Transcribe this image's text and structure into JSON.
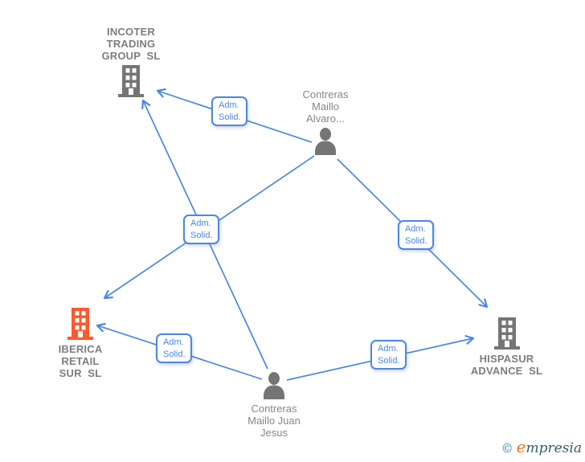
{
  "diagram": {
    "type": "corporate-relations-graph",
    "edge_label": {
      "line1": "Adm.",
      "line2": "Solid."
    },
    "colors": {
      "edge_blue": "#4a86e8",
      "node_gray": "#757575",
      "node_highlight_orange": "#fa5a2e",
      "label_gray": "#7d7d7d"
    },
    "nodes": {
      "incoter": {
        "kind": "company",
        "lines": [
          "INCOTER",
          "TRADING",
          "GROUP  SL"
        ],
        "name": "INCOTER TRADING GROUP SL"
      },
      "alvaro": {
        "kind": "person",
        "lines": [
          "Contreras",
          "Maillo",
          "Alvaro..."
        ],
        "name": "Contreras Maillo Alvaro..."
      },
      "iberica": {
        "kind": "company",
        "lines": [
          "IBERICA",
          "RETAIL",
          "SUR  SL"
        ],
        "name": "IBERICA RETAIL SUR SL",
        "highlighted": true
      },
      "juan": {
        "kind": "person",
        "lines": [
          "Contreras",
          "Maillo Juan",
          "Jesus"
        ],
        "name": "Contreras Maillo Juan Jesus"
      },
      "hispasur": {
        "kind": "company",
        "lines": [
          "HISPASUR",
          "ADVANCE  SL"
        ],
        "name": "HISPASUR ADVANCE SL"
      }
    },
    "edges": [
      {
        "from": "alvaro",
        "to": "incoter",
        "label": "Adm. Solid."
      },
      {
        "from": "juan",
        "to": "incoter",
        "label": "Adm. Solid."
      },
      {
        "from": "alvaro",
        "to": "iberica",
        "label": "Adm. Solid."
      },
      {
        "from": "alvaro",
        "to": "hispasur",
        "label": "Adm. Solid."
      },
      {
        "from": "juan",
        "to": "iberica",
        "label": "Adm. Solid."
      },
      {
        "from": "juan",
        "to": "hispasur",
        "label": "Adm. Solid."
      }
    ]
  },
  "footer": {
    "copyright_symbol": "©",
    "brand_initial": "e",
    "brand_rest": "mpresia"
  }
}
